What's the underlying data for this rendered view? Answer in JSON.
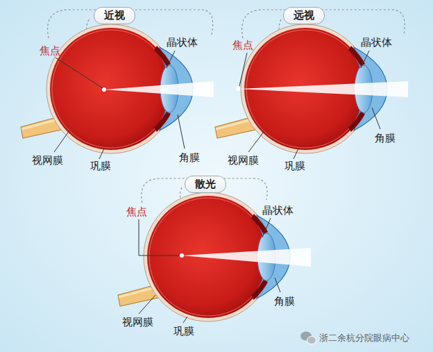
{
  "diagram": {
    "nodes": [
      {
        "text": [
          "近视"
        ]
      },
      {
        "text": [
          "远视"
        ]
      },
      {
        "text": [
          "散光"
        ]
      }
    ],
    "labels": [
      "焦点",
      "晶状体",
      "角膜",
      "视网膜",
      "巩膜",
      "焦点",
      "晶状体",
      "角膜",
      "视网膜",
      "巩膜",
      "焦点",
      "晶状体",
      "角膜",
      "视网膜",
      "巩膜",
      "浙二余杭分院眼病中心"
    ]
  }
}
